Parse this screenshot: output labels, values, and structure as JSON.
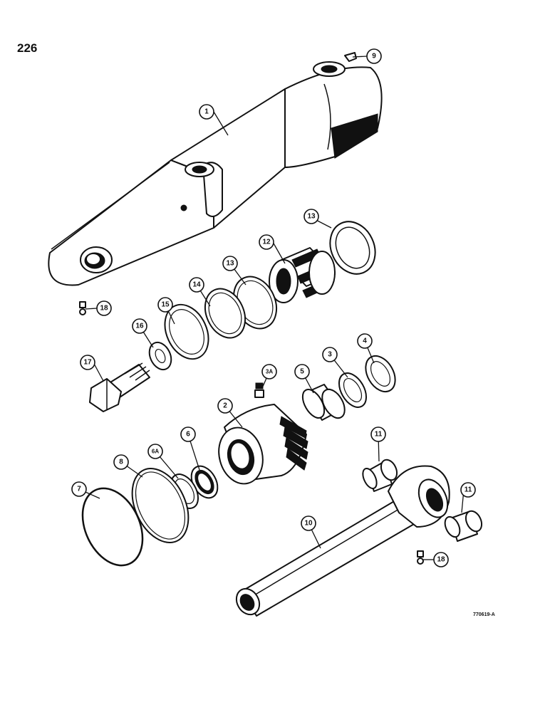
{
  "page_number": "226",
  "figure_reference": "770619-A",
  "callouts": {
    "c1": "1",
    "c2": "2",
    "c3": "3",
    "c3a": "3A",
    "c4": "4",
    "c5": "5",
    "c6": "6",
    "c6a": "6A",
    "c7": "7",
    "c8": "8",
    "c9": "9",
    "c10": "10",
    "c11a": "11",
    "c11b": "11",
    "c12": "12",
    "c13a": "13",
    "c13b": "13",
    "c14": "14",
    "c15": "15",
    "c16": "16",
    "c17": "17",
    "c18a": "18",
    "c18b": "18"
  }
}
